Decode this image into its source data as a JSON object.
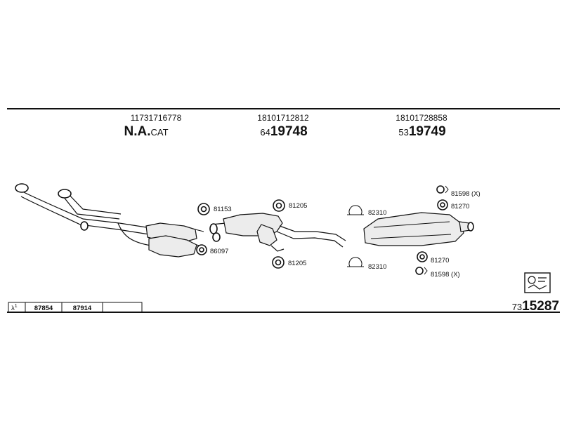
{
  "header_columns": [
    {
      "oe_number": "11731716778",
      "code_main": "N.A.",
      "code_suffix": "CAT"
    },
    {
      "oe_number": "18101712812",
      "code_prefix": "64",
      "code_main": "19748"
    },
    {
      "oe_number": "18101728858",
      "code_prefix": "53",
      "code_main": "19749"
    }
  ],
  "parts": {
    "p81153": "81153",
    "p81205_top": "81205",
    "p81205_bottom": "81205",
    "p82310_top": "82310",
    "p82310_bottom": "82310",
    "p86097": "86097",
    "p81598_top": "81598 (X)",
    "p81270_top": "81270",
    "p81270_bottom": "81270",
    "p81598_bottom": "81598 (X)"
  },
  "lambda_table": {
    "symbol": "λ",
    "superscript": "1",
    "cells": [
      "87854",
      "87914",
      ""
    ]
  },
  "reference": {
    "prefix": "73",
    "main": "15287"
  },
  "icon": "exploded-view-sheet-icon"
}
